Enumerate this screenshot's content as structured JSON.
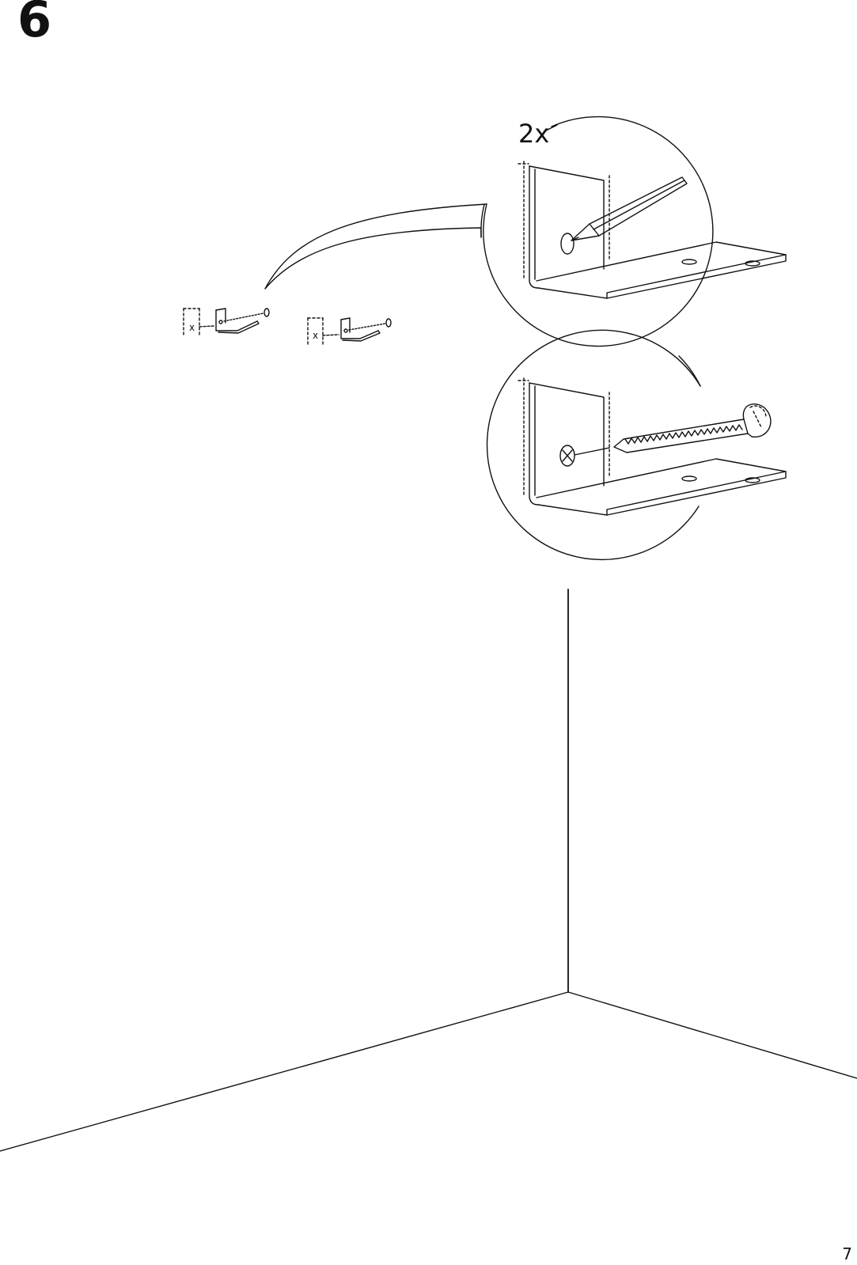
{
  "step": {
    "number": "6"
  },
  "detail": {
    "quantity_label": "2x"
  },
  "bracket_markers": [
    "x",
    "x"
  ],
  "page": {
    "number": "7"
  }
}
